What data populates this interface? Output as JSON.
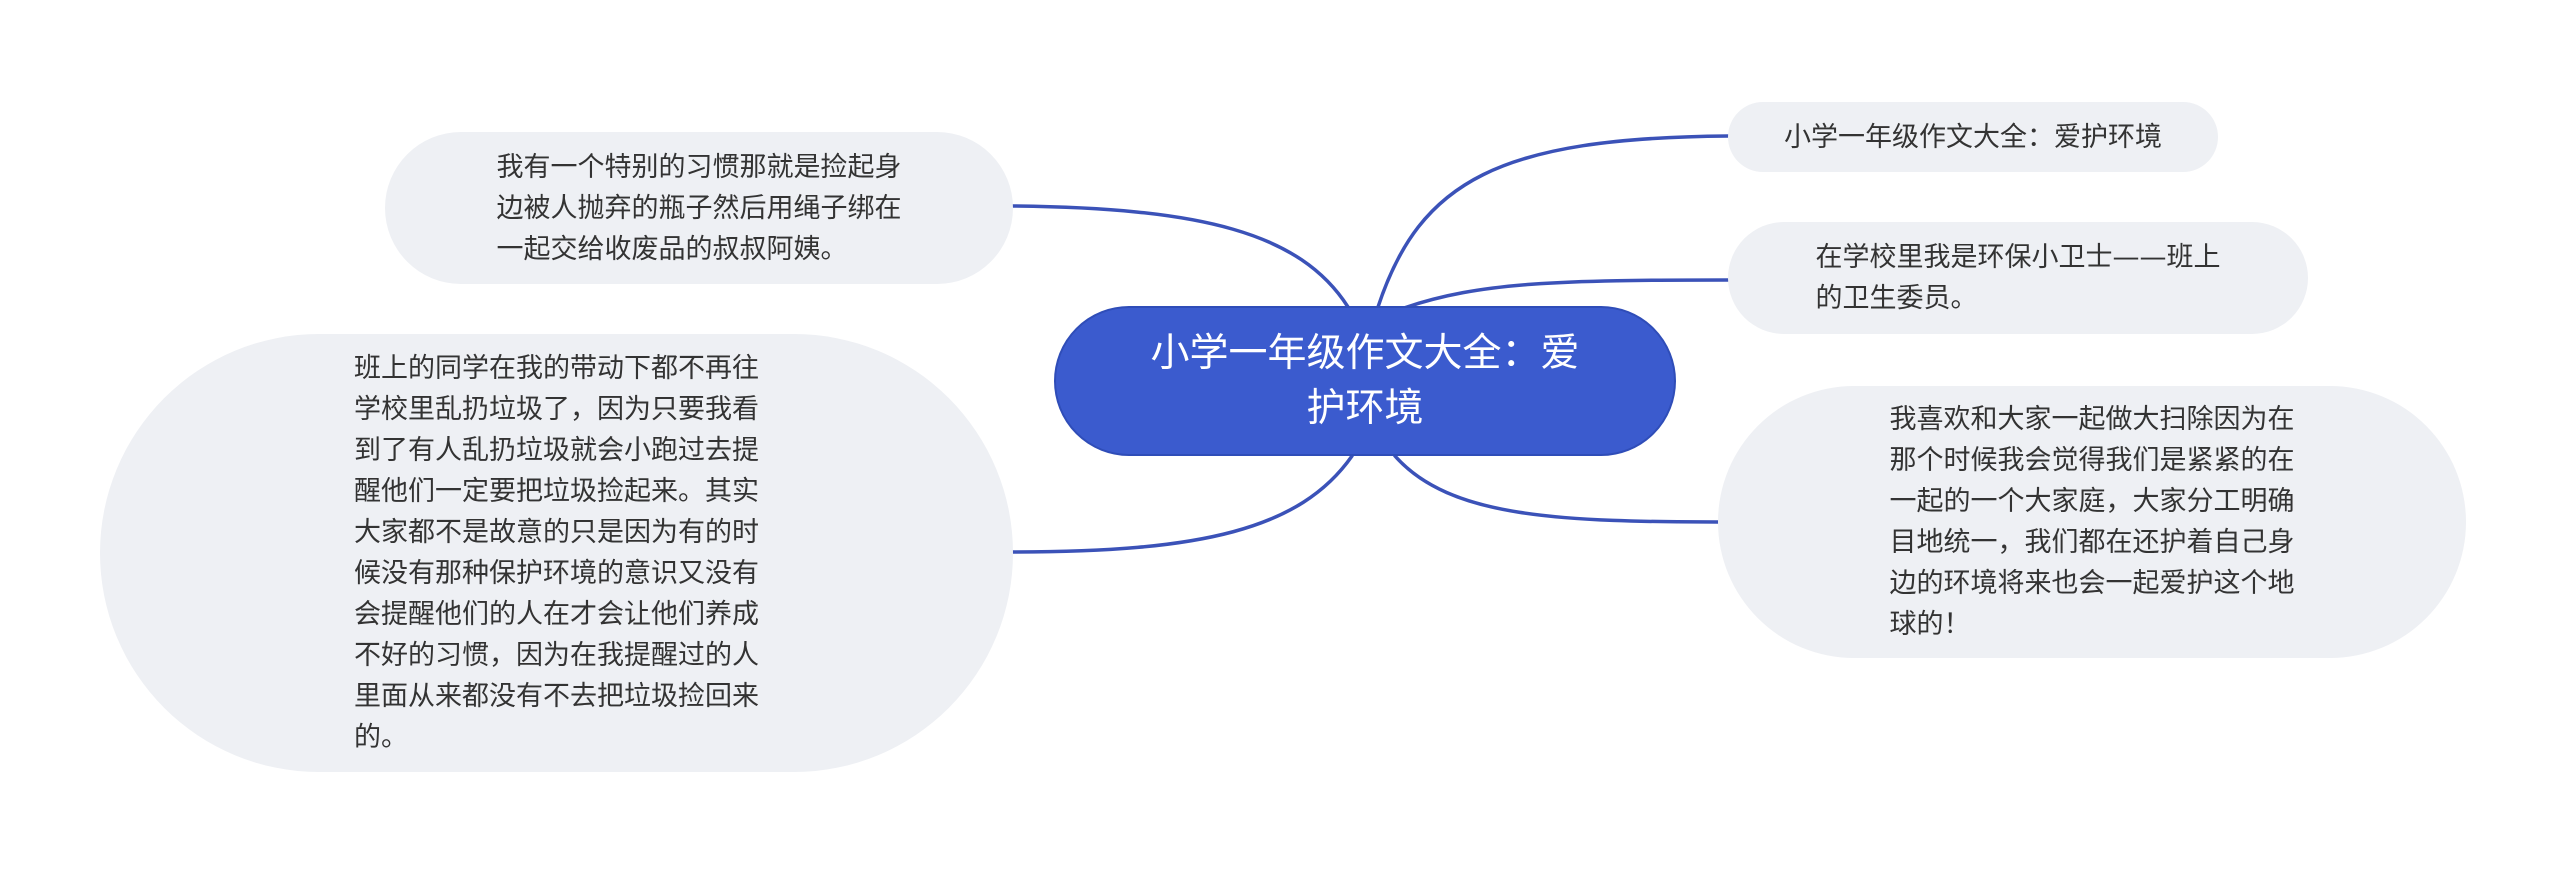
{
  "colors": {
    "central_fill": "#3b5bce",
    "central_text": "#ffffff",
    "topic_fill": "#eef0f4",
    "topic_text": "#333333",
    "link": "#3b52b8"
  },
  "mindmap": {
    "central": {
      "text": "小学一年级作文大全：爱\n护环境"
    },
    "topics": [
      {
        "id": "r1",
        "side": "right",
        "text": "小学一年级作文大全：爱护环境"
      },
      {
        "id": "r2",
        "side": "right",
        "text": "在学校里我是环保小卫士——班上\n的卫生委员。"
      },
      {
        "id": "r3",
        "side": "right",
        "text": "我喜欢和大家一起做大扫除因为在\n那个时候我会觉得我们是紧紧的在\n一起的一个大家庭，大家分工明确\n目地统一，我们都在还护着自己身\n边的环境将来也会一起爱护这个地\n球的！"
      },
      {
        "id": "l1",
        "side": "left",
        "text": "我有一个特别的习惯那就是捡起身\n边被人抛弃的瓶子然后用绳子绑在\n一起交给收废品的叔叔阿姨。"
      },
      {
        "id": "l2",
        "side": "left",
        "text": "班上的同学在我的带动下都不再往\n学校里乱扔垃圾了，因为只要我看\n到了有人乱扔垃圾就会小跑过去提\n醒他们一定要把垃圾捡起来。其实\n大家都不是故意的只是因为有的时\n候没有那种保护环境的意识又没有\n会提醒他们的人在才会让他们养成\n不好的习惯，因为在我提醒过的人\n里面从来都没有不去把垃圾捡回来\n的。"
      }
    ]
  }
}
